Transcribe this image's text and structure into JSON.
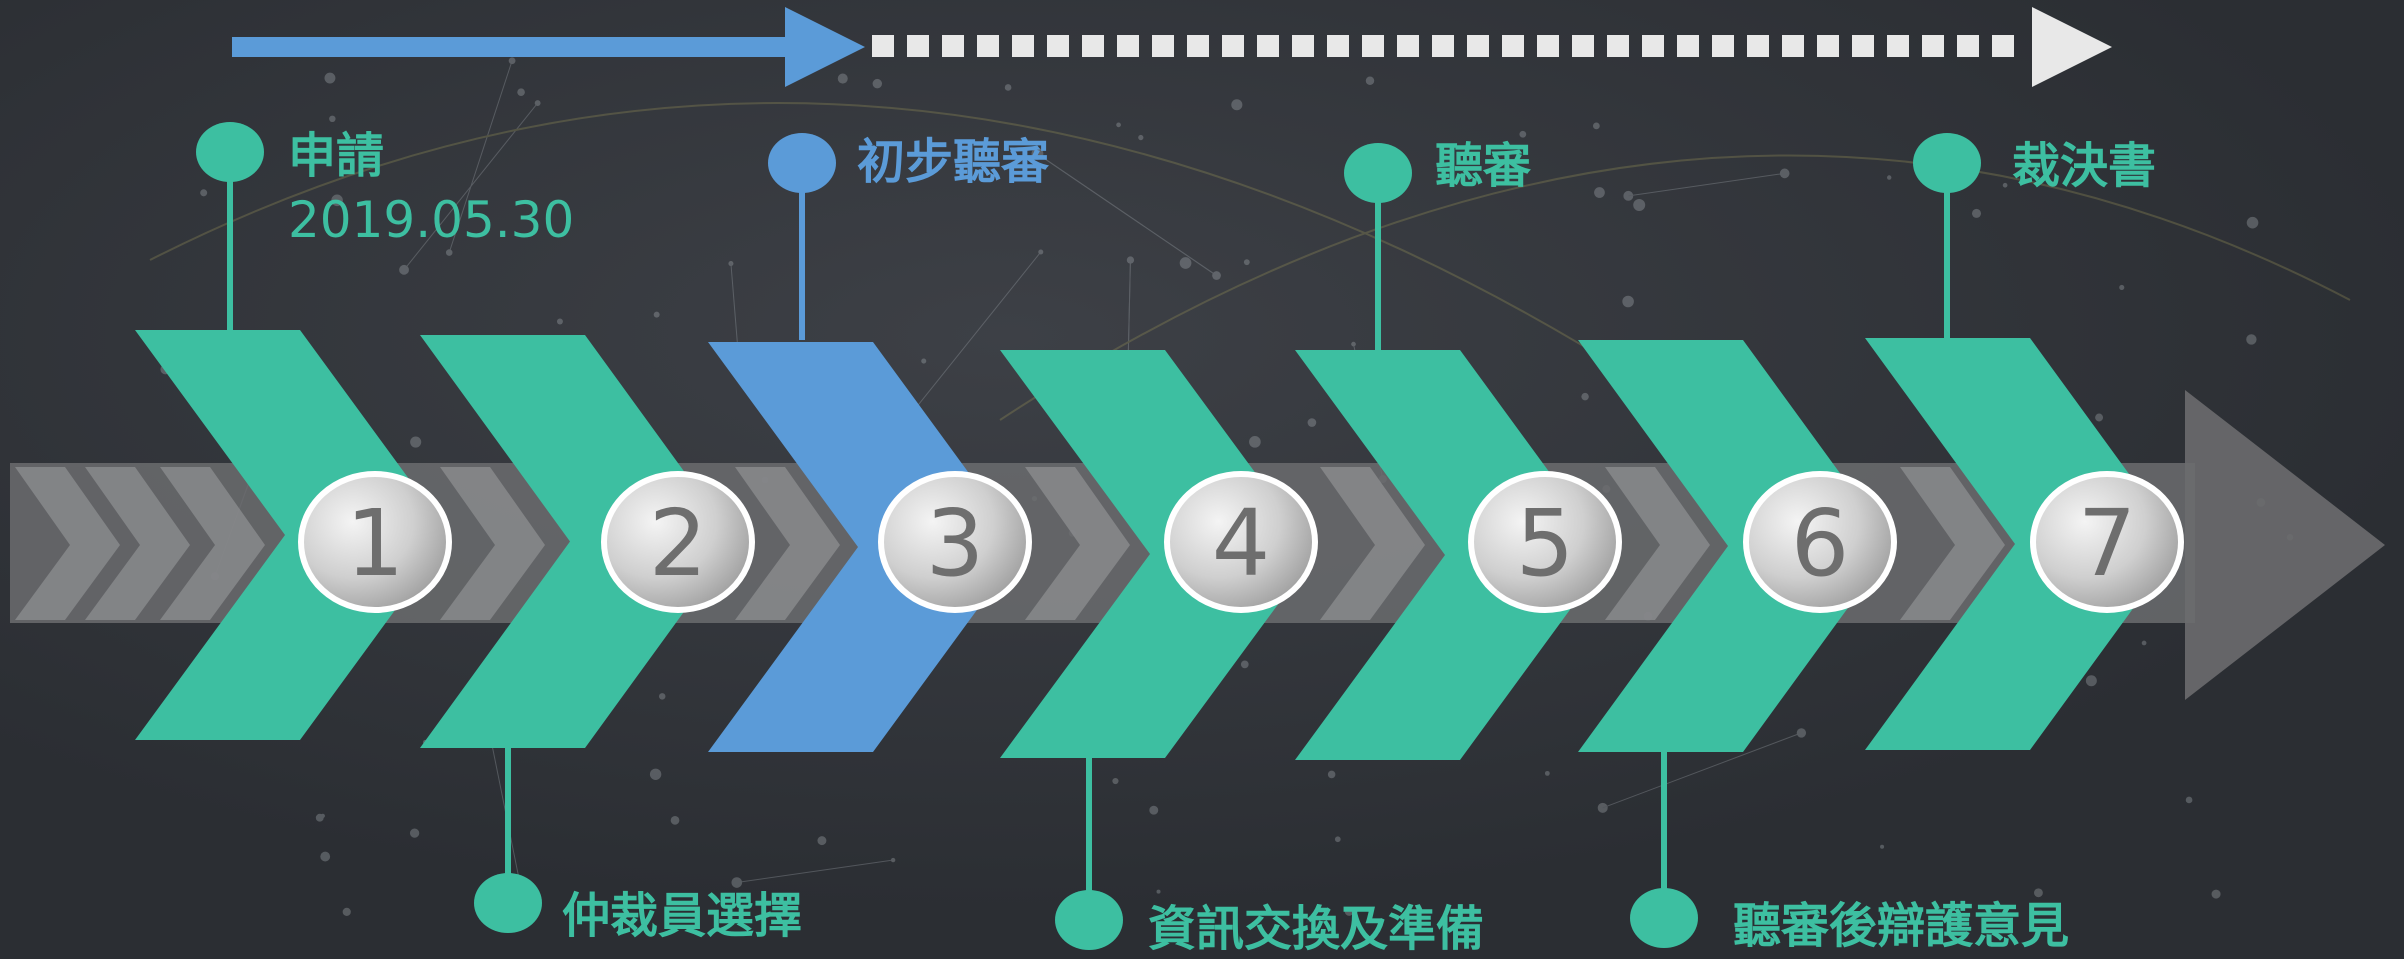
{
  "colors": {
    "background": "#2b2e33",
    "green": "#3dbfa1",
    "blue": "#5b9bd8",
    "gray_band": "#6b6c6e",
    "badge_text": "#6e6e6e",
    "dots": "#e8e8e8"
  },
  "steps": [
    {
      "number": "1",
      "label": "申請",
      "sub": "2019.05.30",
      "color": "green",
      "label_side": "top"
    },
    {
      "number": "2",
      "label": "仲裁員選擇",
      "sub": "",
      "color": "green",
      "label_side": "bottom"
    },
    {
      "number": "3",
      "label": "初步聽審",
      "sub": "",
      "color": "blue",
      "label_side": "top"
    },
    {
      "number": "4",
      "label": "資訊交換及準備",
      "sub": "",
      "color": "green",
      "label_side": "bottom"
    },
    {
      "number": "5",
      "label": "聽審",
      "sub": "",
      "color": "green",
      "label_side": "top"
    },
    {
      "number": "6",
      "label": "聽審後辯護意見",
      "sub": "",
      "color": "green",
      "label_side": "bottom"
    },
    {
      "number": "7",
      "label": "裁決書",
      "sub": "",
      "color": "green",
      "label_side": "top"
    }
  ],
  "progress": {
    "completed_through_step": 3,
    "total_steps": 7
  }
}
